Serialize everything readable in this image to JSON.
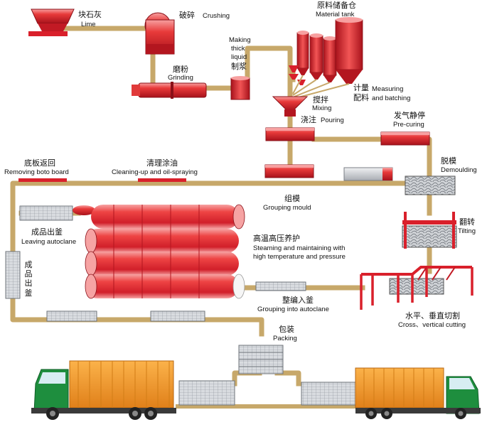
{
  "labels": {
    "lime_zh": "块石灰",
    "lime_en": "Lime",
    "crushing_zh": "破碎",
    "crushing_en": "Crushing",
    "material_tank_zh": "原料储备仓",
    "material_tank_en": "Material tank",
    "making_thick_liquid_en_1": "Making",
    "making_thick_liquid_en_2": "thick",
    "making_thick_liquid_en_3": "liquid",
    "making_thick_liquid_zh": "制浆",
    "grinding_zh": "磨粉",
    "grinding_en": "Grinding",
    "measuring_zh_1": "计量",
    "measuring_en_1": "Measuring",
    "measuring_zh_2": "配料",
    "measuring_en_2": "and batching",
    "mixing_zh": "搅拌",
    "mixing_en": "Mixing",
    "pouring_zh": "浇注",
    "pouring_en": "Pouring",
    "precuring_zh": "发气静停",
    "precuring_en": "Pre-curing",
    "remove_board_zh": "底板返回",
    "remove_board_en": "Removing boto board",
    "cleaning_zh": "清理涂油",
    "cleaning_en": "Cleaning-up and oil-spraying",
    "demoulding_zh": "脱模",
    "demoulding_en": "Demoulding",
    "grouping_mould_zh": "组模",
    "grouping_mould_en": "Grouping mould",
    "leaving_autoclave_zh": "成品出釜",
    "leaving_autoclave_en": "Leaving autoclane",
    "tilting_zh": "翻转",
    "tilting_en": "Tilting",
    "steaming_zh": "高温高压养护",
    "steaming_en_1": "Steaming and maintaining with",
    "steaming_en_2": "high temperature and pressure",
    "vertical_leaving_zh": "成品出釜",
    "grouping_autoclave_zh": "整编入釜",
    "grouping_autoclave_en": "Grouping into autoclane",
    "cutting_zh": "水平、垂直切割",
    "cutting_en": "Cross、vertical cutting",
    "packing_zh": "包装",
    "packing_en": "Packing"
  },
  "colors": {
    "pipe": "#C7A86A",
    "red_machine": "#D9202B",
    "red_light": "#F36A6A",
    "truck_orange": "#F39A24",
    "truck_green": "#1E8E3E",
    "block_gray": "#C9CCD1"
  }
}
